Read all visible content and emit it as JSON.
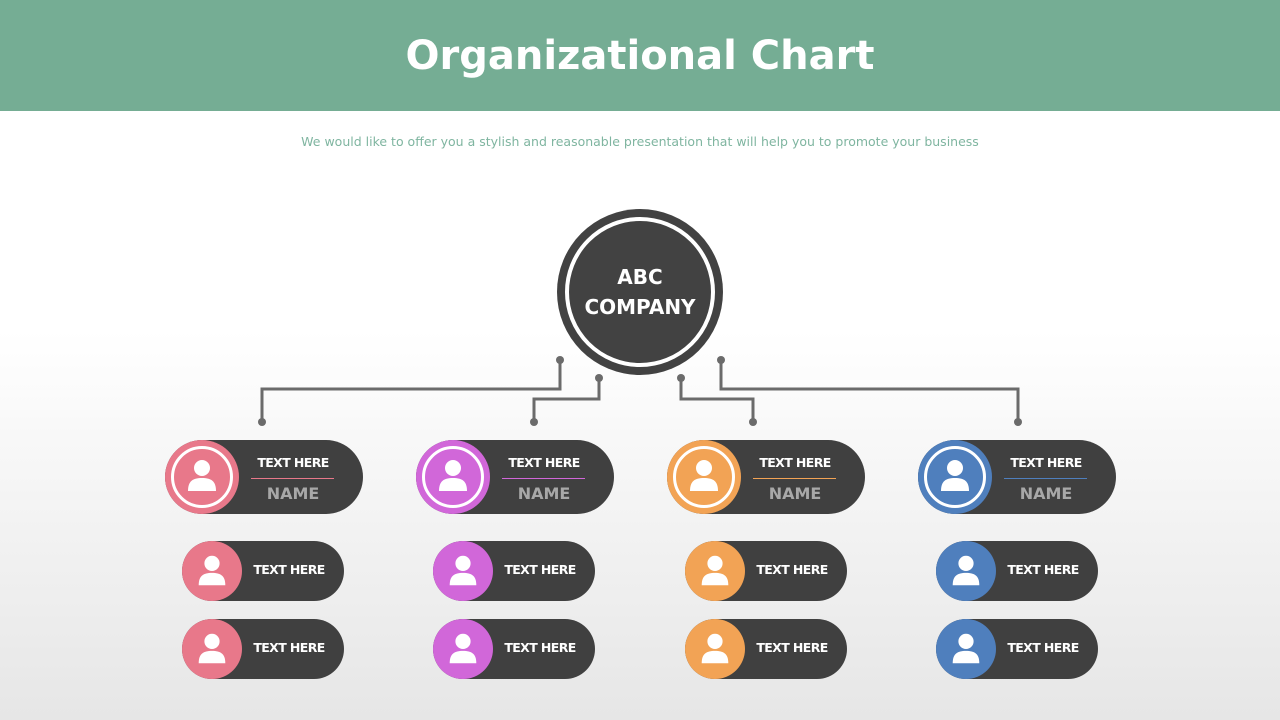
{
  "title": "Organizational Chart",
  "subtitle": "We would like to offer you a stylish and reasonable presentation that will help you to promote your business",
  "root": {
    "line1": "ABC",
    "line2": "COMPANY"
  },
  "colors": {
    "header": "#75ad94",
    "node": "#404040",
    "connector": "#6b6b6b",
    "pink": "#e8788a",
    "purple": "#d167d9",
    "orange": "#f2a355",
    "blue": "#4f7fbd"
  },
  "departments": [
    {
      "color": "pink",
      "head": {
        "text": "TEXT HERE",
        "name": "NAME"
      },
      "members": [
        {
          "text": "TEXT HERE"
        },
        {
          "text": "TEXT HERE"
        }
      ]
    },
    {
      "color": "purple",
      "head": {
        "text": "TEXT HERE",
        "name": "NAME"
      },
      "members": [
        {
          "text": "TEXT HERE"
        },
        {
          "text": "TEXT HERE"
        }
      ]
    },
    {
      "color": "orange",
      "head": {
        "text": "TEXT HERE",
        "name": "NAME"
      },
      "members": [
        {
          "text": "TEXT HERE"
        },
        {
          "text": "TEXT HERE"
        }
      ]
    },
    {
      "color": "blue",
      "head": {
        "text": "TEXT HERE",
        "name": "NAME"
      },
      "members": [
        {
          "text": "TEXT HERE"
        },
        {
          "text": "TEXT HERE"
        }
      ]
    }
  ]
}
